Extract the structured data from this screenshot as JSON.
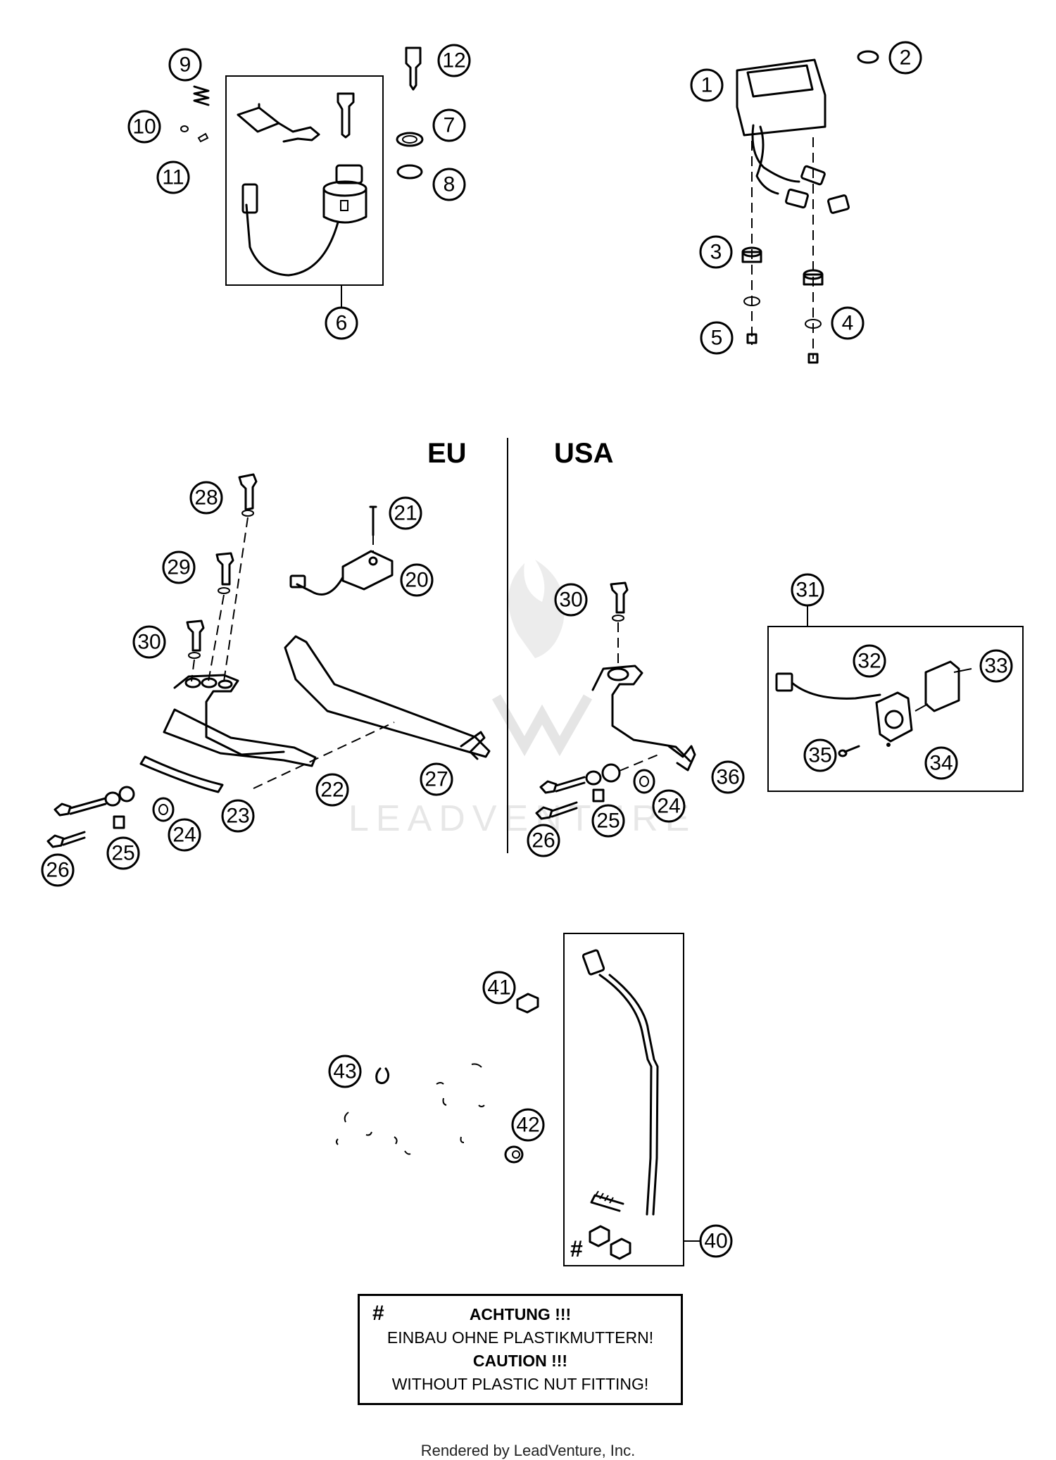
{
  "callouts": {
    "c1": "1",
    "c2": "2",
    "c3": "3",
    "c4": "4",
    "c5": "5",
    "c6": "6",
    "c7": "7",
    "c8": "8",
    "c9": "9",
    "c10": "10",
    "c11": "11",
    "c12": "12",
    "c20": "20",
    "c21": "21",
    "c22": "22",
    "c23": "23",
    "c24a": "24",
    "c24b": "24",
    "c25a": "25",
    "c25b": "25",
    "c26a": "26",
    "c26b": "26",
    "c27": "27",
    "c28": "28",
    "c29": "29",
    "c30a": "30",
    "c30b": "30",
    "c31": "31",
    "c32": "32",
    "c33": "33",
    "c34": "34",
    "c35": "35",
    "c36": "36",
    "c40": "40",
    "c41": "41",
    "c42": "42",
    "c43": "43"
  },
  "regions": {
    "eu": "EU",
    "usa": "USA"
  },
  "warning": {
    "symbol": "#",
    "line1": "ACHTUNG !!!",
    "line2": "EINBAU OHNE PLASTIKMUTTERN!",
    "line3": "CAUTION !!!",
    "line4": "WITHOUT PLASTIC NUT FITTING!"
  },
  "nut_marker": "#",
  "watermark": "LEADVENTURE",
  "footer": "Rendered by LeadVenture, Inc."
}
